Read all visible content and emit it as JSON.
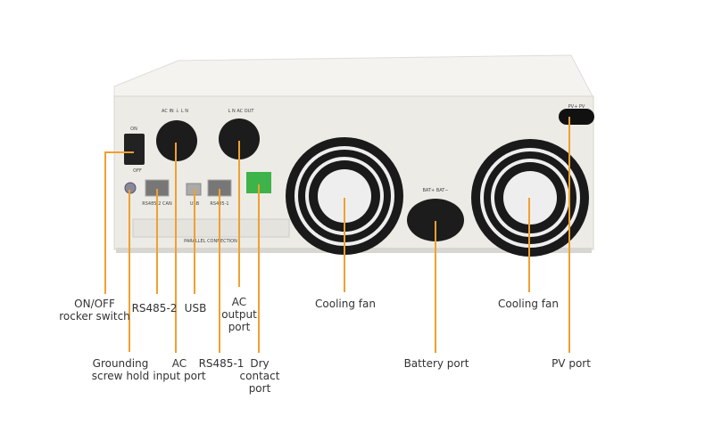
{
  "device_markings": {
    "on": "ON",
    "off": "OFF",
    "ac_in": "AC IN ⏚ L N",
    "ac_out": "L N AC OUT",
    "rs485_2": "RS485-2 CAN",
    "usb": "USB",
    "rs485_1": "RS485-1",
    "parallel": "PARALLEL CONNECTION",
    "bat": "BAT+   BAT−",
    "pv": "PV+      PV"
  },
  "callouts": {
    "onoff": [
      "ON/OFF",
      "rocker switch"
    ],
    "grounding": [
      "Grounding",
      "screw hold"
    ],
    "rs485_2": [
      "RS485-2"
    ],
    "ac_input": [
      "AC",
      "input port"
    ],
    "usb": [
      "USB"
    ],
    "rs485_1": [
      "RS485-1"
    ],
    "ac_output": [
      "AC",
      "output",
      "port"
    ],
    "dry_contact": [
      "Dry",
      "contact",
      "port"
    ],
    "fan1": [
      "Cooling fan"
    ],
    "battery": [
      "Battery port"
    ],
    "fan2": [
      "Cooling fan"
    ],
    "pv": [
      "PV port"
    ]
  },
  "colors": {
    "callout_line": "#f0a030",
    "body": "#ecebe6",
    "terminal": "#3db34a"
  }
}
